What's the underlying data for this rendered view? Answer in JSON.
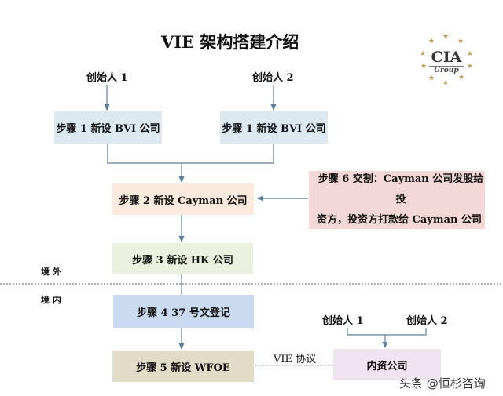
{
  "title": "VIE 架构搭建介绍",
  "logo": {
    "main": "CIA",
    "sub": "Group"
  },
  "founders_top": [
    "创始人 1",
    "创始人 2"
  ],
  "steps": {
    "step1a": "步骤 1 新设 BVI 公司",
    "step1b": "步骤 1 新设 BVI 公司",
    "step2": "步骤 2  新设 Cayman 公司",
    "step3": "步骤 3  新设 HK 公司",
    "step4": "步骤 4  37 号文登记",
    "step5": "步骤 5 新设 WFOE",
    "step6_line1": "步骤 6  交割：Cayman 公司发股给投",
    "step6_line2": "资方，投资方打款给 Cayman 公司"
  },
  "regions": {
    "offshore": "境 外",
    "onshore": "境 内"
  },
  "domestic": {
    "founders": [
      "创始人 1",
      "创始人 2"
    ],
    "company": "内资公司",
    "agreement": "VIE 协议"
  },
  "watermark": "头条 @恒杉咨询",
  "colors": {
    "arrow": "#5e7f9a",
    "bvi": "#dce9f0",
    "cayman": "#fbeadd",
    "step6": "#f4d8d7",
    "hk": "#eaf1de",
    "step4": "#cadbf1",
    "wfoe": "#e0dcc8",
    "domestic": "#efe4ef"
  }
}
